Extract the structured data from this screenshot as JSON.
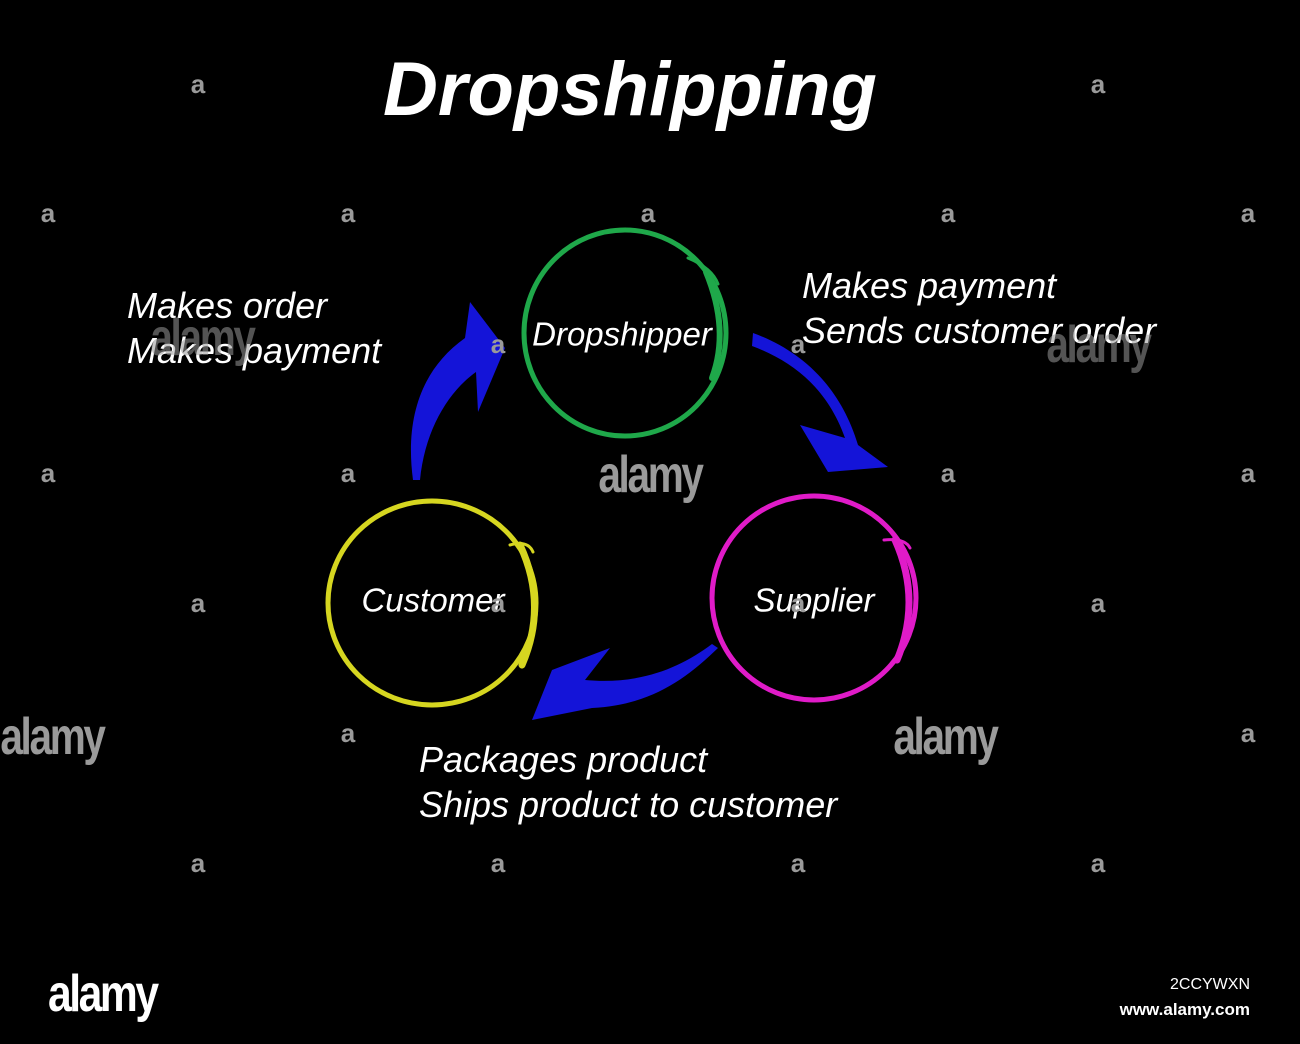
{
  "title": "Dropshipping",
  "nodes": {
    "dropshipper": {
      "label": "Dropshipper",
      "color": "#1fa84a"
    },
    "supplier": {
      "label": "Supplier",
      "color": "#e01bc8"
    },
    "customer": {
      "label": "Customer",
      "color": "#d6d620"
    }
  },
  "edges": {
    "customer_to_dropshipper": {
      "line1": "Makes order",
      "line2": "Makes payment"
    },
    "dropshipper_to_supplier": {
      "line1": "Makes payment",
      "line2": "Sends customer order"
    },
    "supplier_to_customer": {
      "line1": "Packages product",
      "line2": "Ships product to customer"
    }
  },
  "arrow_color": "#1414d8",
  "watermark": {
    "glyph": "a",
    "word": "alamy"
  },
  "footer": {
    "logo": "alamy",
    "stock_id": "2CCYWXN",
    "stock_url": "www.alamy.com"
  }
}
